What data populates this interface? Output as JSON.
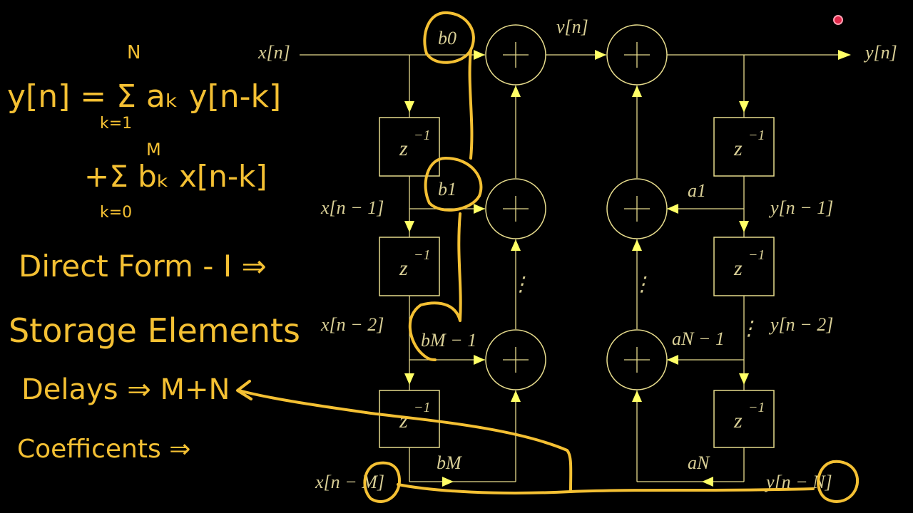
{
  "notes": {
    "eq_line1": "y[n] = Σ aₖ y[n-k]",
    "eq_line1_limits_top": "N",
    "eq_line1_limits_bottom": "k=1",
    "eq_line2": "+Σ bₖ x[n-k]",
    "eq_line2_limits_top": "M",
    "eq_line2_limits_bottom": "k=0",
    "direct_form": "Direct Form - I ⇒",
    "storage": "Storage Elements",
    "delays": "Delays ⇒ M+N",
    "coefficients": "Coefficents ⇒"
  },
  "diagram": {
    "x_n": "x[n]",
    "v_n": "v[n]",
    "y_n": "y[n]",
    "x_n1": "x[n − 1]",
    "x_n2": "x[n − 2]",
    "x_nM": "x[n − M]",
    "y_n1": "y[n − 1]",
    "y_n2": "y[n − 2]",
    "y_nN": "y[n − N]",
    "b0": "b0",
    "b1": "b1",
    "bM1": "bM − 1",
    "bM": "bM",
    "a1": "a1",
    "aN1": "aN − 1",
    "aN": "aN",
    "z_label": "z",
    "z_exp": "−1",
    "dots": "⋮"
  },
  "colors": {
    "handwriting": "#f4c033",
    "diagram_lines": "#e6db8c",
    "arrow_heads": "#ffff66",
    "recording_dot": "#e0284a"
  }
}
